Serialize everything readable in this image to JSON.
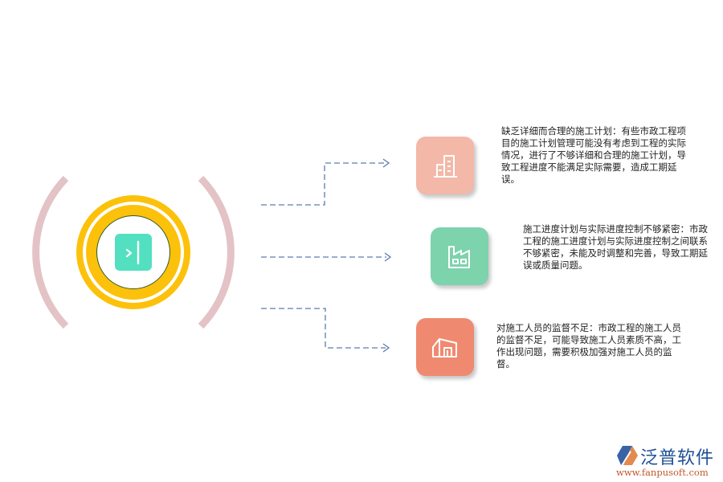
{
  "diagram": {
    "center": {
      "icon": "terminal-arrow-icon",
      "ring_color": "#fcc10a",
      "icon_bg_color": "#52e0c0",
      "bracket_color": "#e3c3c6"
    },
    "connector_color": "#5a7dae",
    "items": [
      {
        "icon": "office-building-icon",
        "color": "#f3b8a8",
        "text": "缺乏详细而合理的施工计划：有些市政工程项目的施工计划管理可能没有考虑到工程的实际情况，进行了不够详细和合理的施工计划，导致工程进度不能满足实际需要，造成工期延误。"
      },
      {
        "icon": "factory-icon",
        "color": "#7dd3ac",
        "text": "施工进度计划与实际进度控制不够紧密：市政工程的施工进度计划与实际进度控制之间联系不够紧密，未能及时调整和完善，导致工期延误或质量问题。"
      },
      {
        "icon": "warehouse-icon",
        "color": "#ef8a70",
        "text": "对施工人员的监督不足：市政工程的施工人员的监督不足，可能导致施工人员素质不高，工作出现问题，需要积极加强对施工人员的监督。"
      }
    ]
  },
  "watermark": {
    "brand": "泛普软件",
    "url": "www.fanpusoft.com"
  }
}
